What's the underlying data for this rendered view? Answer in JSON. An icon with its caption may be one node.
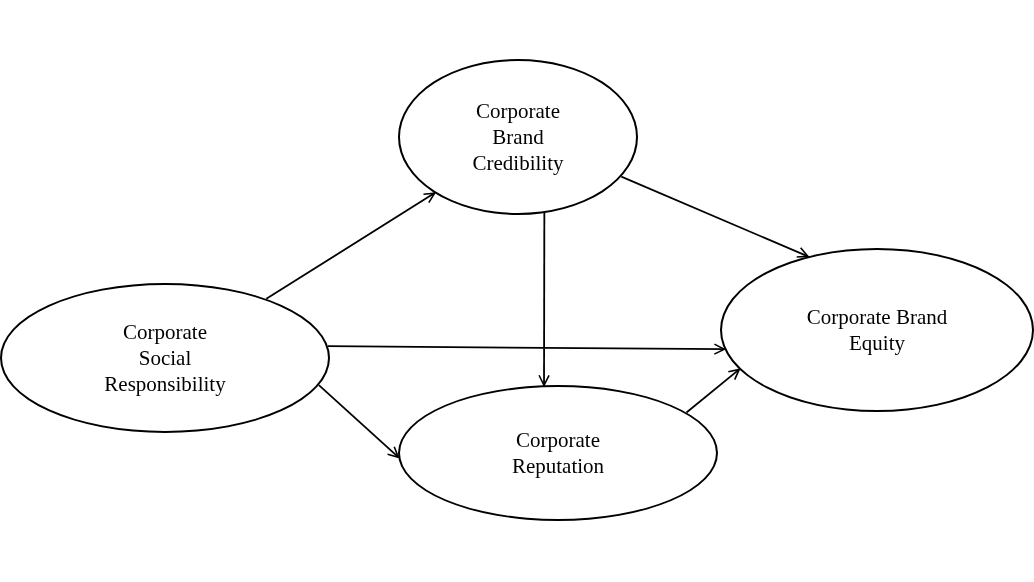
{
  "diagram": {
    "nodes": [
      {
        "text": [
          "Corporate Social Responsibility"
        ]
      },
      {
        "text": [
          "Corporate Brand Credibility"
        ]
      },
      {
        "text": [
          "Corporate Reputation"
        ]
      },
      {
        "text": [
          "Corporate Brand Equity"
        ]
      }
    ],
    "edges": [
      {
        "from": 0,
        "to": 1,
        "arrow": "to"
      },
      {
        "from": 0,
        "to": 3,
        "arrow": "to"
      },
      {
        "from": 0,
        "to": 2,
        "arrow": "to"
      },
      {
        "from": 1,
        "to": 3,
        "arrow": "to"
      },
      {
        "from": 1,
        "to": 2,
        "arrow": "to"
      },
      {
        "from": 2,
        "to": 3,
        "arrow": "to"
      }
    ]
  }
}
